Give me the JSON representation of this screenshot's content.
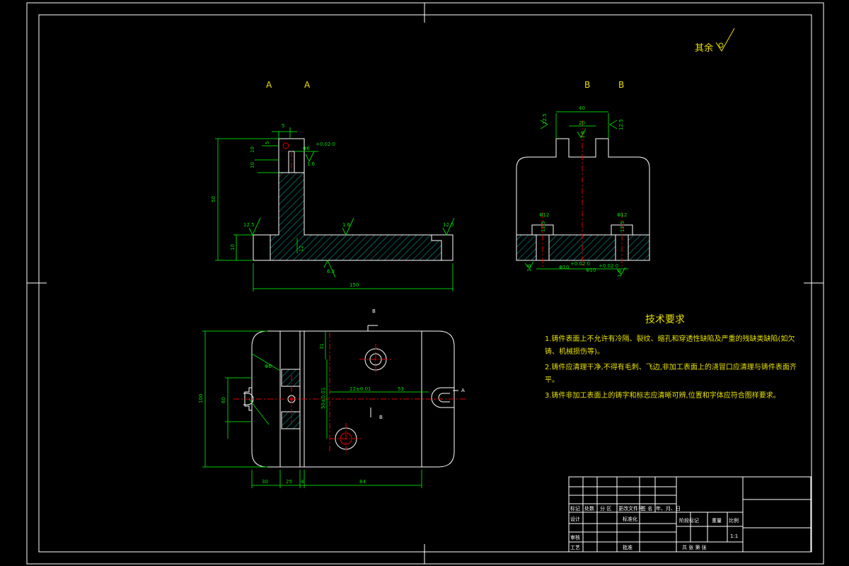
{
  "title_marks": {
    "view_a_left": "A",
    "view_a_right": "A",
    "view_b_left": "B",
    "view_b_right": "B",
    "rest_roughness": "其余"
  },
  "dims_view_a": {
    "top_width": "5",
    "hole_offset": "5",
    "slot_h1": "10",
    "slot_h2": "10",
    "hole_dia": "Φ6",
    "hole_tol": "+0.02 0",
    "roughness_hole": "1.6",
    "total_height": "50",
    "base_thickness": "10",
    "inner_h": "12",
    "rough_left": "12.5",
    "rough_mid": "1.6",
    "rough_right": "12.5",
    "rough_bottom": "6.3",
    "total_length": "150"
  },
  "dims_view_b": {
    "top_width": "40",
    "slot_width": "20",
    "rough_left": "12.5",
    "rough_right": "12.5",
    "rough_slot": "1.6",
    "hole_left_dia": "Φ12",
    "hole_right_dia": "Φ12",
    "depth_left": "12.5",
    "depth_right": "12.5",
    "pin_left": "Φ10",
    "pin_left_tol": "+0.02 0",
    "pin_right": "Φ10",
    "pin_right_tol": "+0.02 0",
    "rough_l": "1.6",
    "rough_r": "1.6"
  },
  "dims_plan": {
    "section_b_top": "B",
    "section_b_side": "B",
    "section_a": "A",
    "offset_top": "31",
    "height_total": "100",
    "height_mid": "60",
    "center_dist": "50±0.01",
    "dist_a": "22±0.01",
    "dist_b": "53",
    "d1": "30",
    "d2": "25",
    "d3": "4",
    "d4": "84",
    "angle": "Φ6"
  },
  "tech": {
    "heading": "技术要求",
    "line1a": "1.铸件表面上不允许有冷隔、裂纹、缩孔和穿透性缺陷及严重的残缺类缺陷(如欠",
    "line1b": "铸、机械损伤等)。",
    "line2a": "2.铸件应清理干净,不得有毛刺、飞边,非加工表面上的浇冒口应清理与铸件表面齐",
    "line2b": "平。",
    "line3": "3.铸件非加工表面上的铸字和标志应清晰可辨,位置和字体应符合图样要求。"
  },
  "title_block": {
    "c_mark": "标记",
    "c_count": "处数",
    "c_zone": "分 区",
    "c_doc": "更改文件号",
    "c_sign": "签 名",
    "c_date": "年、月、日",
    "design": "设计",
    "standard": "标准化",
    "stage": "阶段标记",
    "weight": "重量",
    "scale": "比例",
    "scale_val": "1:1",
    "review": "审核",
    "process": "工艺",
    "approve": "批准",
    "sheets": "共 张 第 张"
  }
}
